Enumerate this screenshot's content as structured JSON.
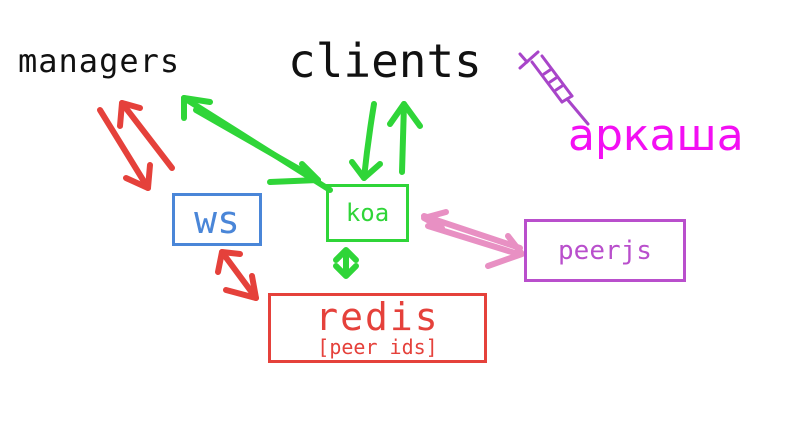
{
  "labels": {
    "managers": "managers",
    "clients": "clients",
    "arkasha": "аркаша"
  },
  "boxes": {
    "ws": "ws",
    "koa": "koa",
    "peerjs": "peerjs",
    "redis_title": "redis",
    "redis_sub": "[peer ids]"
  },
  "colors": {
    "text": "#111111",
    "red": "#e5413b",
    "green": "#2fd538",
    "blue": "#4a86d8",
    "purple": "#b94fcc",
    "pink": "#e890c3",
    "magenta": "#f30ff3",
    "syringe": "#a845c9"
  },
  "icons": {
    "syringe": "syringe-icon"
  }
}
